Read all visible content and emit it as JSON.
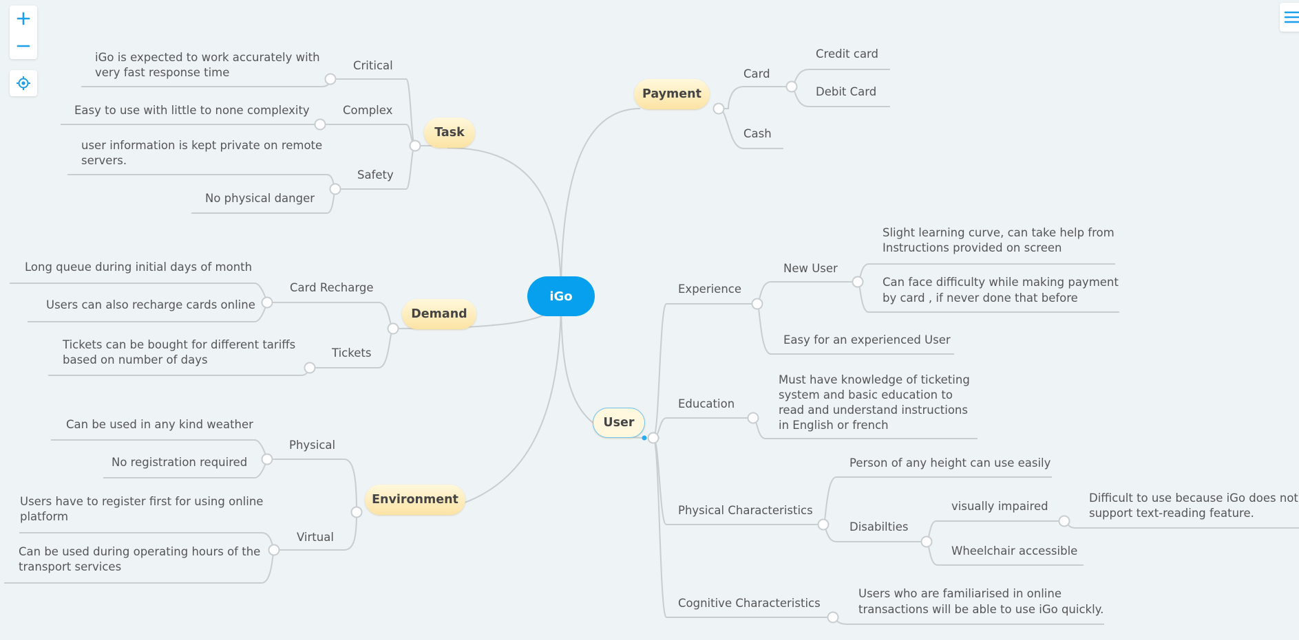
{
  "root": "iGo",
  "branches": {
    "task": "Task",
    "payment": "Payment",
    "demand": "Demand",
    "environment": "Environment",
    "user": "User"
  },
  "task": {
    "critical": "Critical",
    "critical_note": [
      "iGo is expected to work accurately with",
      "very fast response time"
    ],
    "complex": "Complex",
    "complex_note": "Easy to use with little to none complexity",
    "safety": "Safety",
    "safety_note1": [
      "user information is kept private on remote",
      "servers."
    ],
    "safety_note2": "No physical danger"
  },
  "payment": {
    "card": "Card",
    "credit": "Credit card",
    "debit": "Debit Card",
    "cash": "Cash"
  },
  "demand": {
    "card_recharge": "Card Recharge",
    "recharge_note1": "Long queue during initial days of month",
    "recharge_note2": "Users can also recharge cards online",
    "tickets": "Tickets",
    "tickets_note": [
      "Tickets can be bought for different tariffs",
      "based on number of days"
    ]
  },
  "environment": {
    "physical": "Physical",
    "physical_note1": "Can be used in any kind weather",
    "physical_note2": "No registration required",
    "virtual": "Virtual",
    "virtual_note1": [
      "Users have to register first for using online",
      "platform"
    ],
    "virtual_note2": [
      "Can be used during operating hours of the",
      "transport services"
    ]
  },
  "user": {
    "experience": "Experience",
    "new_user": "New User",
    "new_user_note1": [
      "Slight learning curve, can take help from",
      "Instructions provided on screen"
    ],
    "new_user_note2": [
      "Can face difficulty while making payment",
      "by card , if never done that before"
    ],
    "experienced": "Easy for an experienced User",
    "education": "Education",
    "education_note": [
      "Must have knowledge of ticketing",
      "system and basic education to",
      "read and understand instructions",
      "in English or french"
    ],
    "physical_char": "Physical Characteristics",
    "any_height": "Person of any height can use easily",
    "disabilities": "Disabilties",
    "visually_impaired": "visually impaired",
    "visually_note": [
      "Difficult to use because iGo does not",
      "support text-reading feature."
    ],
    "wheelchair": "Wheelchair accessible",
    "cognitive": "Cognitive Characteristics",
    "cognitive_note": [
      "Users who are familiarised in online",
      "transactions will be able to use iGo quickly."
    ]
  },
  "controls": {
    "zoom_in": "+",
    "zoom_out": "−"
  },
  "colors": {
    "root": "#06a0ef",
    "branch_fill": "#fbe3a4",
    "line": "#c7ccd0",
    "accent": "#1a9fe8"
  }
}
